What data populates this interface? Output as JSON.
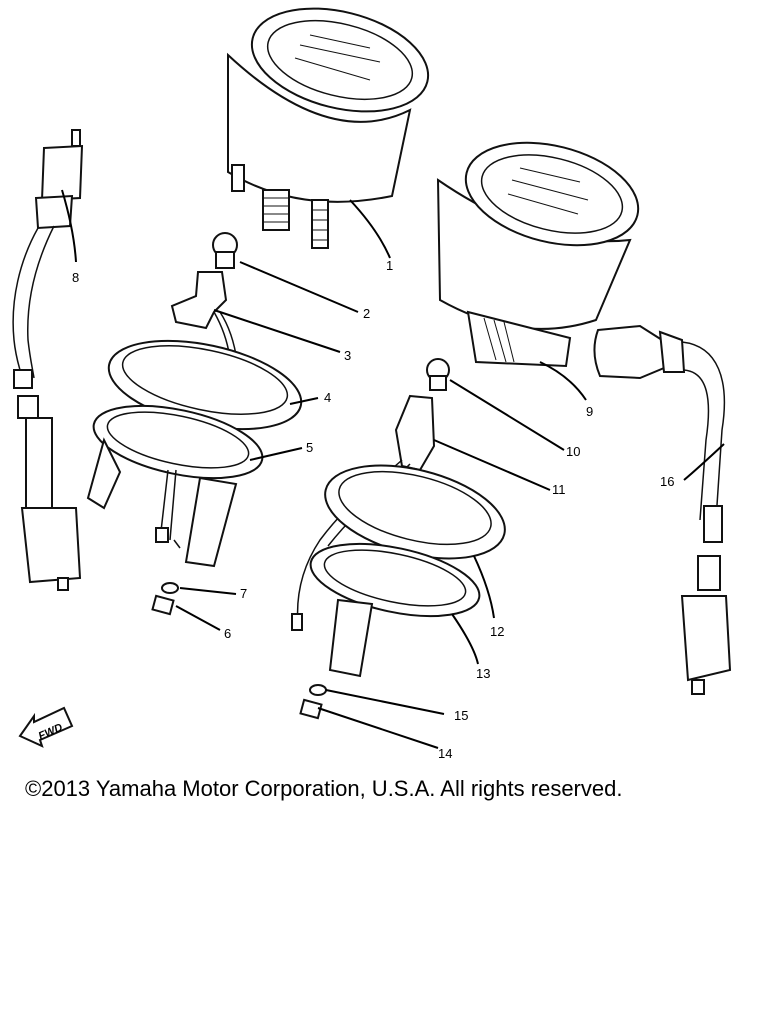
{
  "callouts": [
    "1",
    "2",
    "3",
    "4",
    "5",
    "6",
    "7",
    "8",
    "9",
    "10",
    "11",
    "12",
    "13",
    "14",
    "15",
    "16"
  ],
  "fwd_label": "FWD",
  "copyright": "©2013 Yamaha Motor Corporation, U.S.A. All rights reserved."
}
